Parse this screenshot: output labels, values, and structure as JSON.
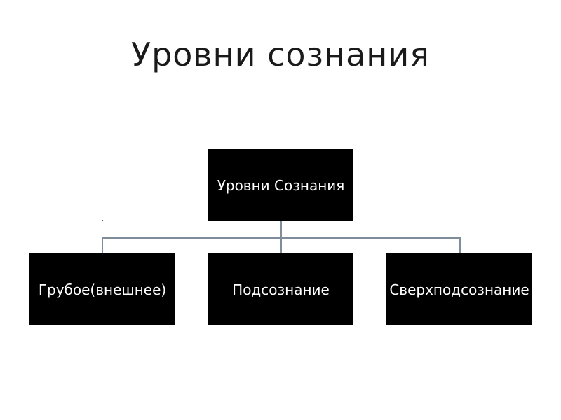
{
  "title": "Уровни сознания",
  "diagram": {
    "root": {
      "label": "Уровни Сознания"
    },
    "children": [
      {
        "label": "Грубое(внешнее)"
      },
      {
        "label": "Подсознание"
      },
      {
        "label": "Сверхподсознание"
      }
    ],
    "colors": {
      "node_fill": "#000000",
      "node_text": "#ffffff",
      "connector": "#7f8c9a"
    }
  }
}
